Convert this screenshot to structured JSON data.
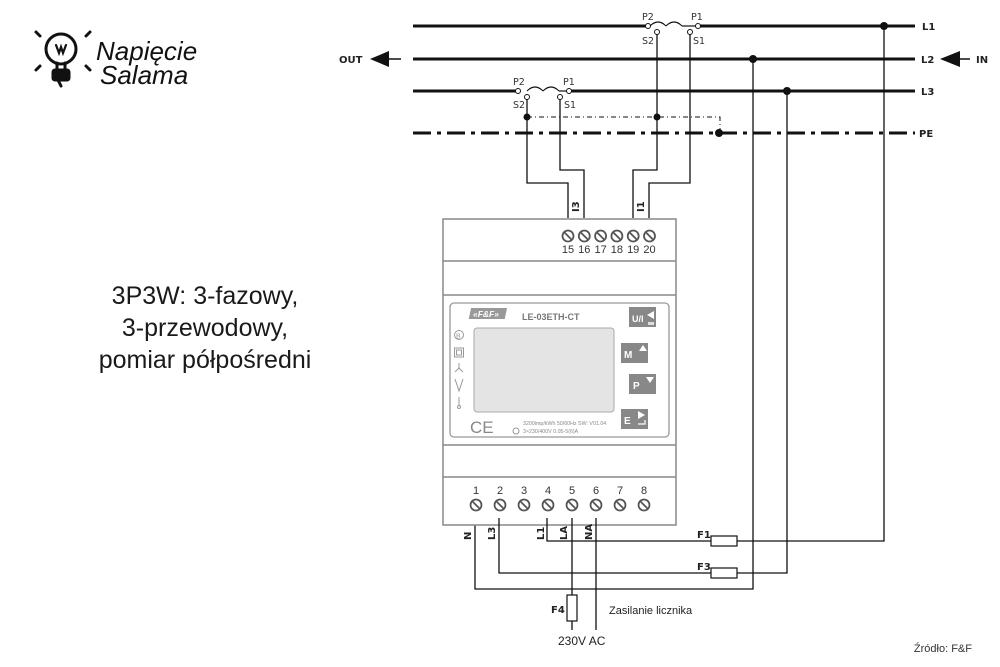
{
  "logo": {
    "line1": "Napięcie",
    "line2": "Salama",
    "icon": "light-bulb-icon"
  },
  "caption": {
    "lines": [
      "3P3W: 3-fazowy,",
      "3-przewodowy,",
      "pomiar półpośredni"
    ]
  },
  "bus": {
    "lines": [
      {
        "label": "L1"
      },
      {
        "label": "L2"
      },
      {
        "label": "L3"
      },
      {
        "label": "PE"
      }
    ],
    "in_label": "IN",
    "out_label": "OUT"
  },
  "current_transformers": [
    {
      "phase": "L1",
      "p2": "P2",
      "p1": "P1",
      "s2": "S2",
      "s1": "S1"
    },
    {
      "phase": "L3",
      "p2": "P2",
      "p1": "P1",
      "s2": "S2",
      "s1": "S1"
    }
  ],
  "meter": {
    "brand": "«F&F»",
    "model": "LE-03ETH-CT",
    "spec_line1": "3200imp/kWh 50/60Hz SW: V01.04",
    "spec_line2": "3×230/400V  0.05-5(6)A",
    "ce_mark": "CE",
    "buttons": [
      {
        "label": "U/I",
        "icon": "back-arrow-icon"
      },
      {
        "label": "M",
        "icon": "up-arrow-icon"
      },
      {
        "label": "P",
        "icon": "down-arrow-icon"
      },
      {
        "label": "E",
        "icon": "enter-arrow-icon"
      }
    ],
    "side_icons": [
      "b-circle-icon",
      "square-icon",
      "star-connection-icon",
      "v-icon",
      "pin-icon"
    ],
    "top_terminals": [
      "15",
      "16",
      "17",
      "18",
      "19",
      "20"
    ],
    "top_terminal_labels": {
      "i3": "I3",
      "i1": "I1"
    },
    "bottom_terminals": [
      "1",
      "2",
      "3",
      "4",
      "5",
      "6",
      "7",
      "8"
    ],
    "bottom_terminal_labels": {
      "t1": "N",
      "t2": "L3",
      "t4": "L1",
      "t5": "LA",
      "t6": "NA"
    }
  },
  "fuses": [
    {
      "label": "F1"
    },
    {
      "label": "F3"
    },
    {
      "label": "F4"
    }
  ],
  "supply": {
    "label": "Zasilanie licznika",
    "voltage": "230V AC"
  },
  "source": "Źródło: F&F"
}
